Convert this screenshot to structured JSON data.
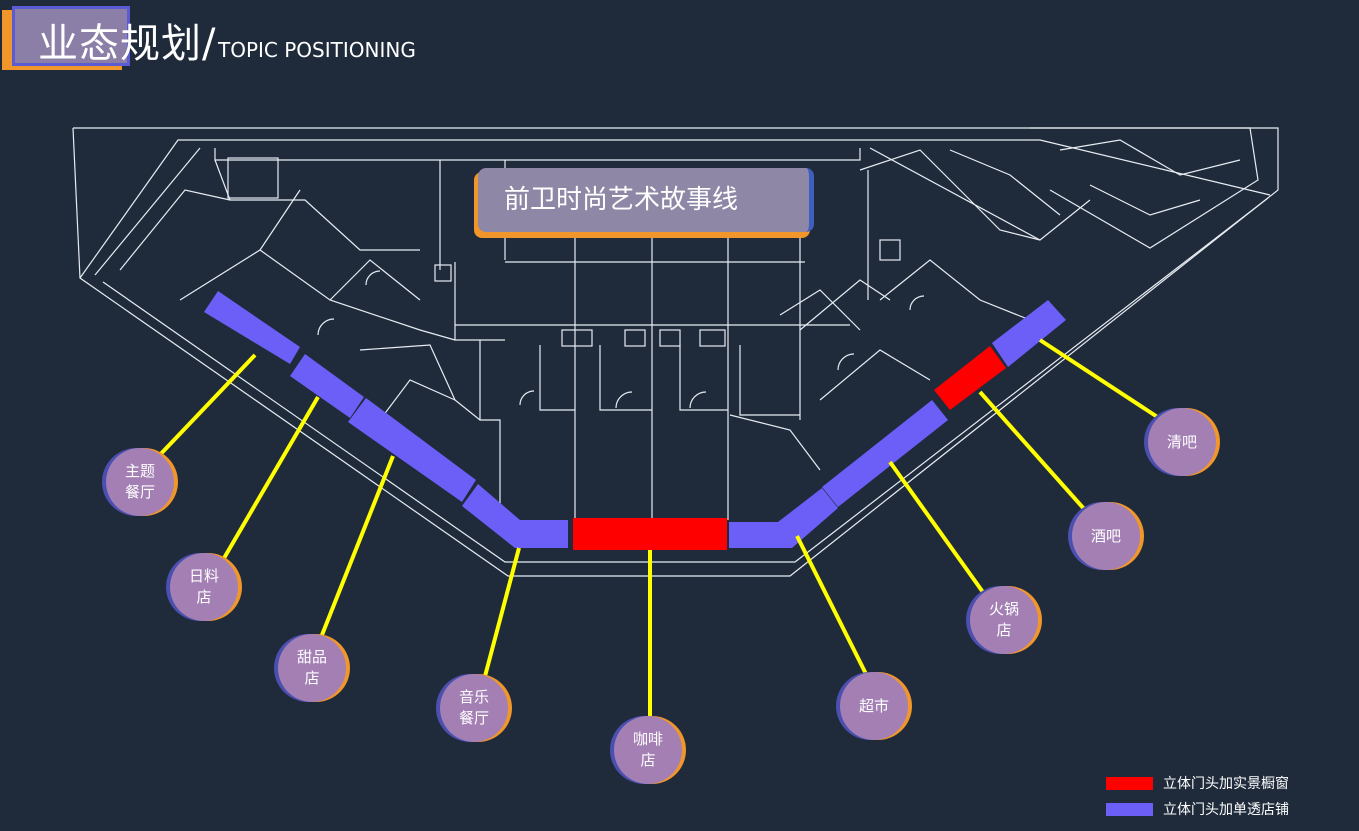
{
  "header": {
    "title_cn": "业态规划/",
    "title_en": "TOPIC POSITIONING"
  },
  "banner": {
    "label": "前卫时尚艺术故事线"
  },
  "colors": {
    "background": "#1f2b3b",
    "plan_lines": "#e8ecf2",
    "storefront_blue": "#6b5ff7",
    "storefront_red": "#ff0000",
    "connector": "#ffff00",
    "bubble_face": "#a37fb4",
    "bubble_accent": "#f0962a"
  },
  "shops": [
    {
      "id": "theme-restaurant",
      "label_lines": [
        "主题",
        "餐厅"
      ]
    },
    {
      "id": "japanese-food",
      "label_lines": [
        "日料",
        "店"
      ]
    },
    {
      "id": "dessert",
      "label_lines": [
        "甜品",
        "店"
      ]
    },
    {
      "id": "music-restaurant",
      "label_lines": [
        "音乐",
        "餐厅"
      ]
    },
    {
      "id": "coffee",
      "label_lines": [
        "咖啡",
        "店"
      ]
    },
    {
      "id": "supermarket",
      "label_lines": [
        "超市"
      ]
    },
    {
      "id": "hotpot",
      "label_lines": [
        "火锅",
        "店"
      ]
    },
    {
      "id": "bar",
      "label_lines": [
        "酒吧"
      ]
    },
    {
      "id": "light-bar",
      "label_lines": [
        "清吧"
      ]
    }
  ],
  "legend": {
    "items": [
      {
        "label": "立体门头加实景橱窗",
        "color": "#ff0000"
      },
      {
        "label": "立体门头加单透店铺",
        "color": "#6b5ff7"
      }
    ]
  }
}
